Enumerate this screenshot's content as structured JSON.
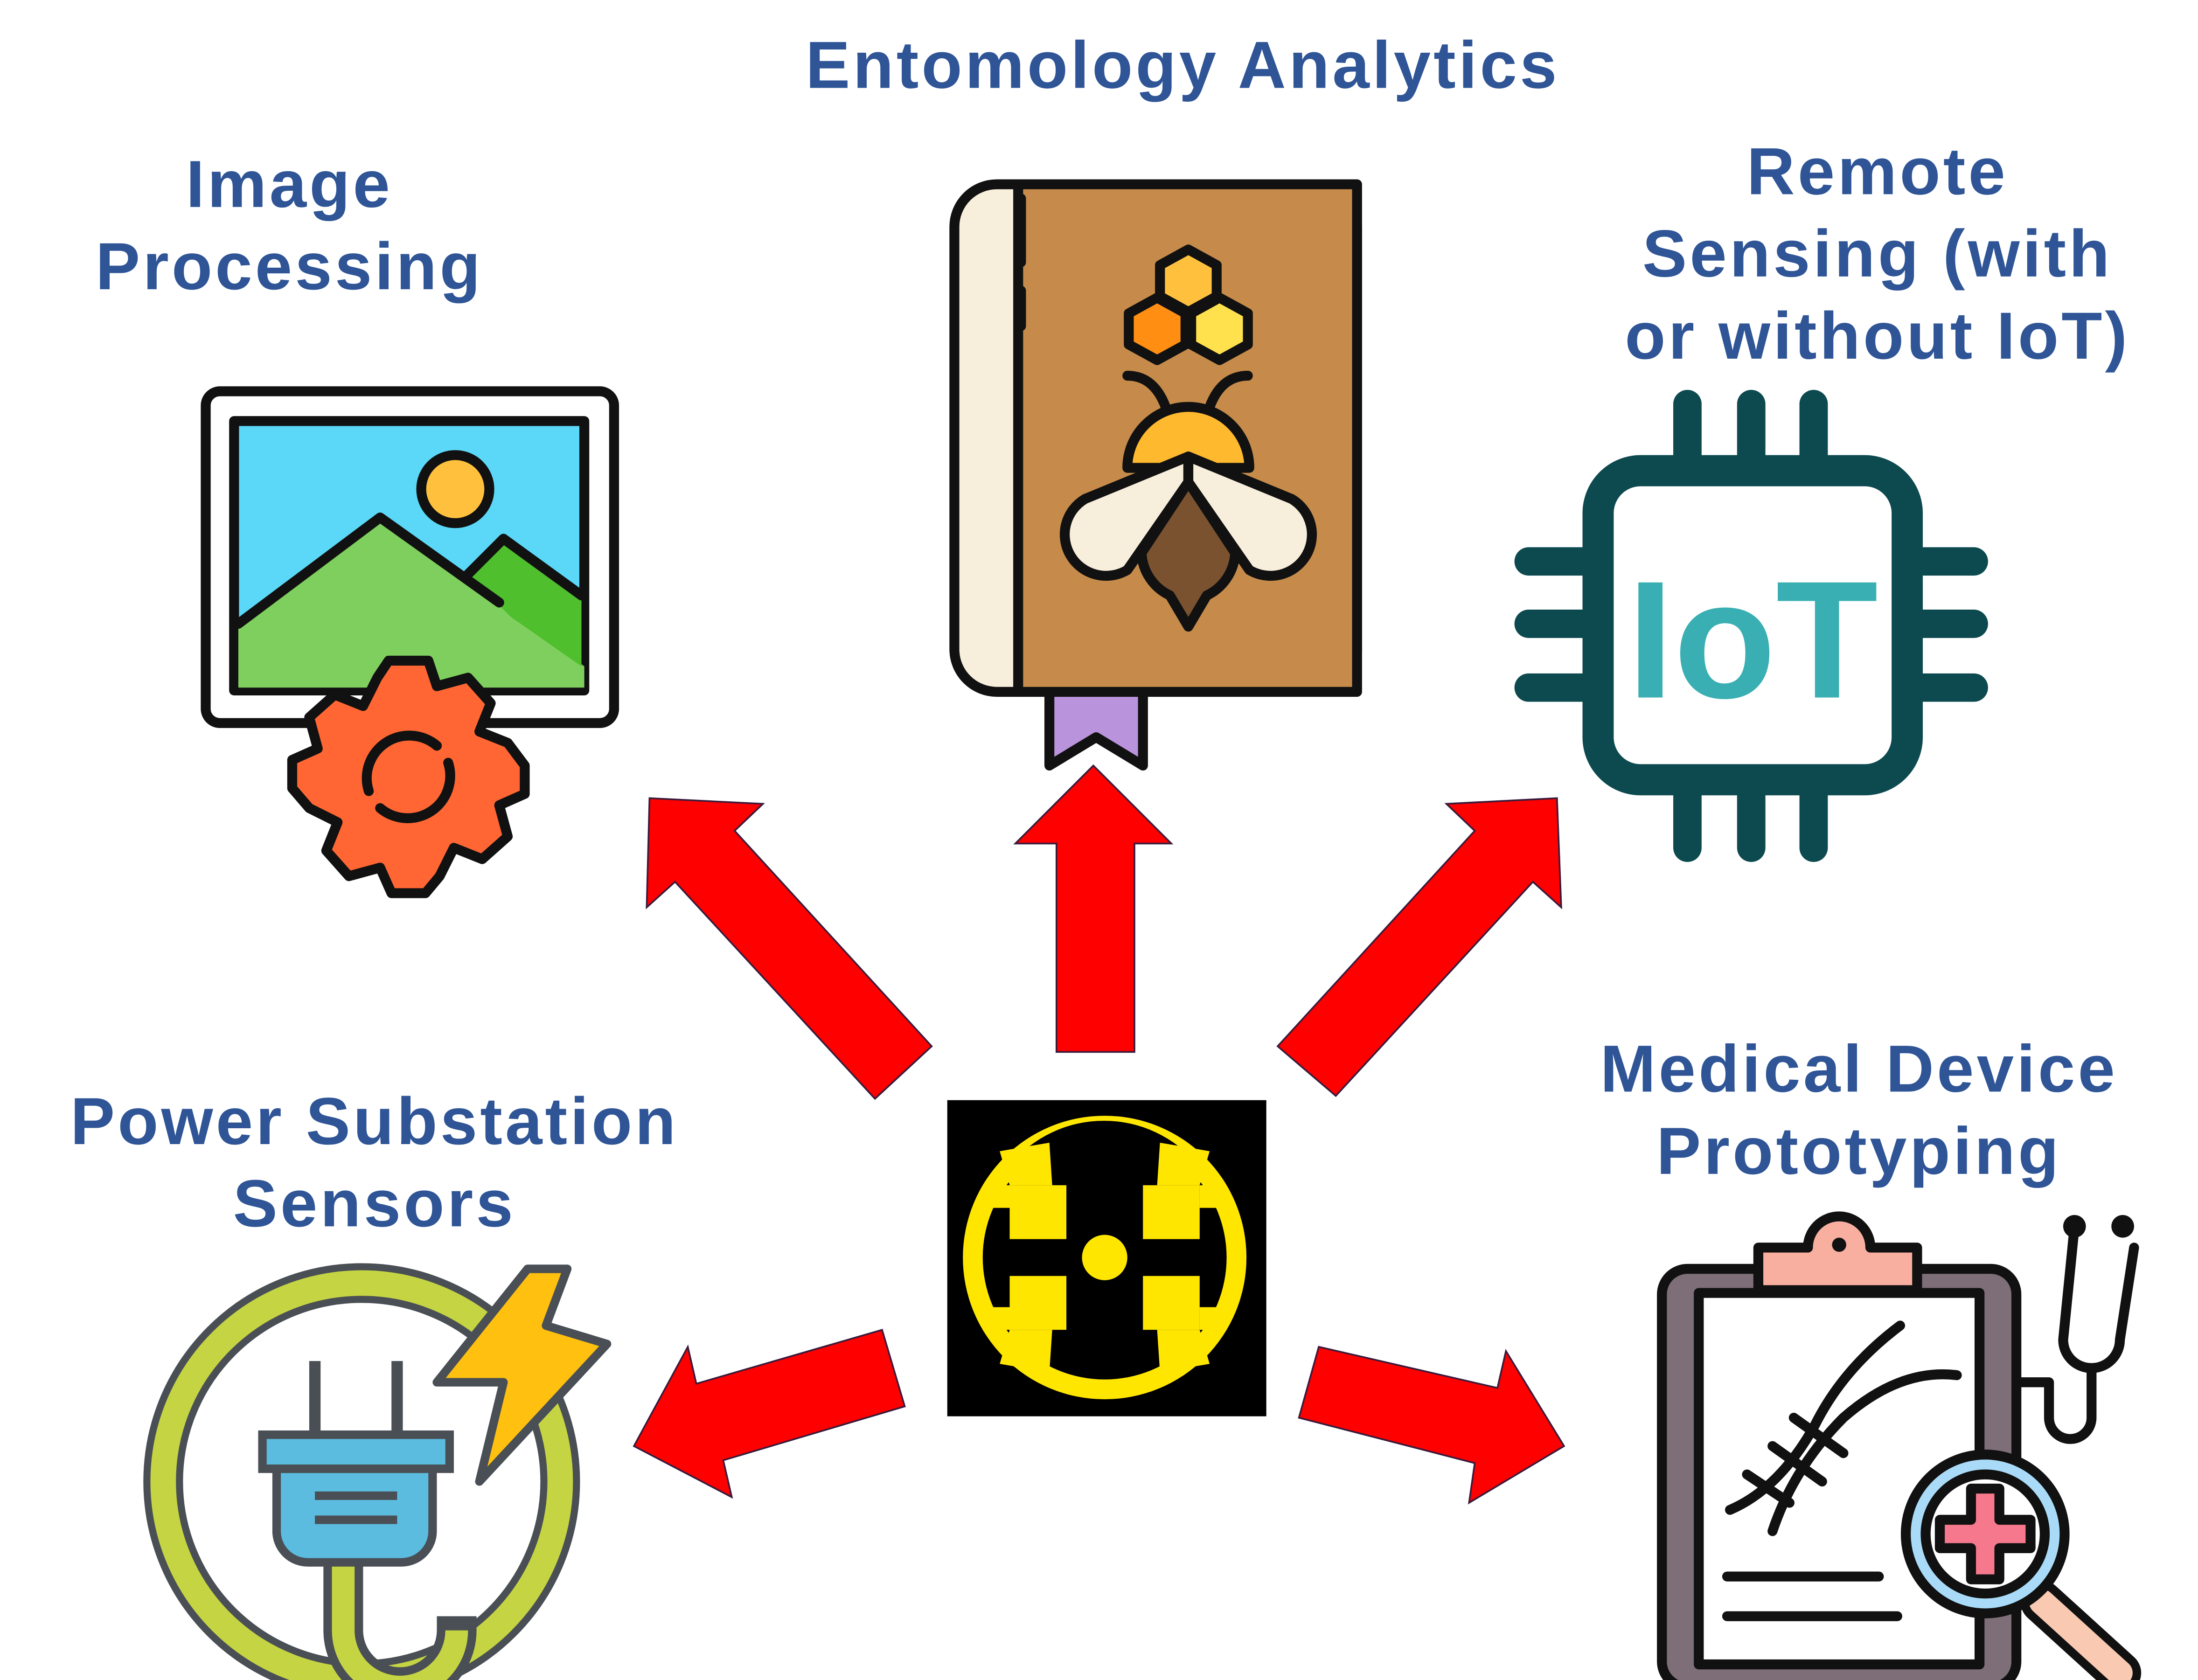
{
  "center": {
    "icon": "yellow-cross-circle-logo"
  },
  "nodes": [
    {
      "id": "entomology",
      "label_lines": [
        "Entomology Analytics"
      ],
      "icon": "bee-book-icon"
    },
    {
      "id": "image",
      "label_lines": [
        "Image",
        "Processing"
      ],
      "icon": "image-gear-icon"
    },
    {
      "id": "remote",
      "label_lines": [
        "Remote",
        "Sensing (with",
        "or without IoT)"
      ],
      "icon": "iot-chip-icon",
      "icon_text": "IoT"
    },
    {
      "id": "power",
      "label_lines": [
        "Power Substation",
        "Sensors"
      ],
      "icon": "power-plug-icon"
    },
    {
      "id": "medical",
      "label_lines": [
        "Medical Device",
        "Prototyping"
      ],
      "icon": "medical-clipboard-icon"
    }
  ],
  "colors": {
    "label": "#2F5597",
    "arrow": "#FF0000",
    "logo_yellow": "#FFE600",
    "logo_bg": "#000000"
  }
}
